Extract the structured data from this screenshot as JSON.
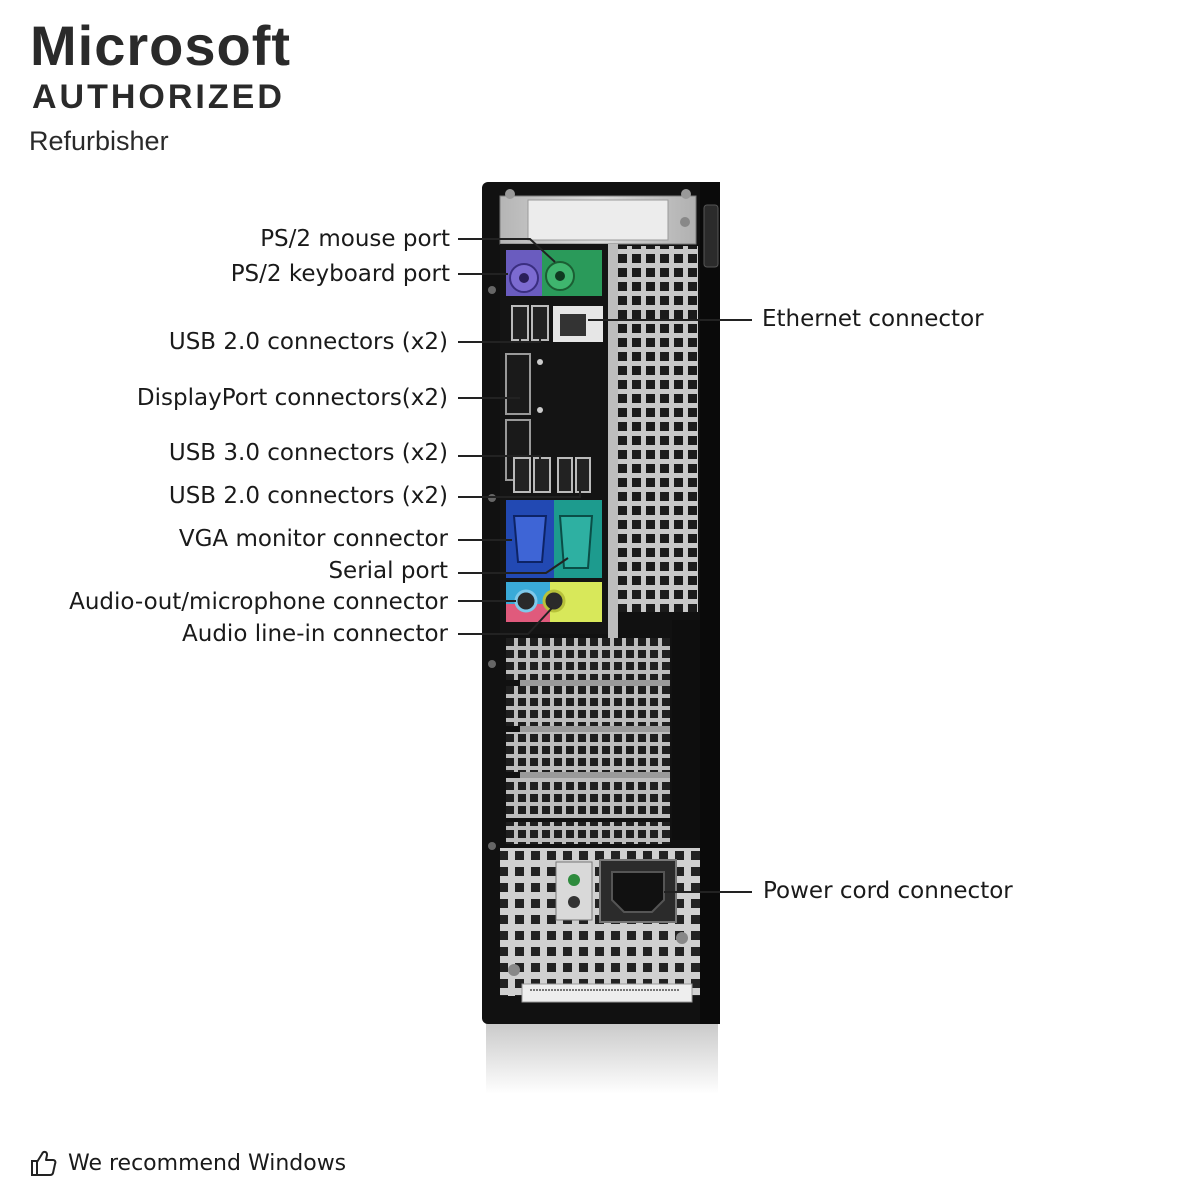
{
  "badge": {
    "line1": "Microsoft",
    "line2": "AUTHORIZED",
    "line3": "Refurbisher"
  },
  "labels": {
    "ps2_mouse": "PS/2 mouse port",
    "ps2_keyboard": "PS/2 keyboard port",
    "usb20_top": "USB 2.0 connectors (x2)",
    "displayport": "DisplayPort connectors(x2)",
    "usb30": "USB 3.0 connectors (x2)",
    "usb20_mid": "USB 2.0 connectors (x2)",
    "vga": "VGA monitor connector",
    "serial": "Serial port",
    "audio_out": "Audio-out/microphone connector",
    "audio_in": "Audio line-in connector",
    "ethernet": "Ethernet connector",
    "power": "Power cord connector"
  },
  "footer": {
    "icon": "thumbs-up-icon",
    "text": "We recommend Windows"
  }
}
